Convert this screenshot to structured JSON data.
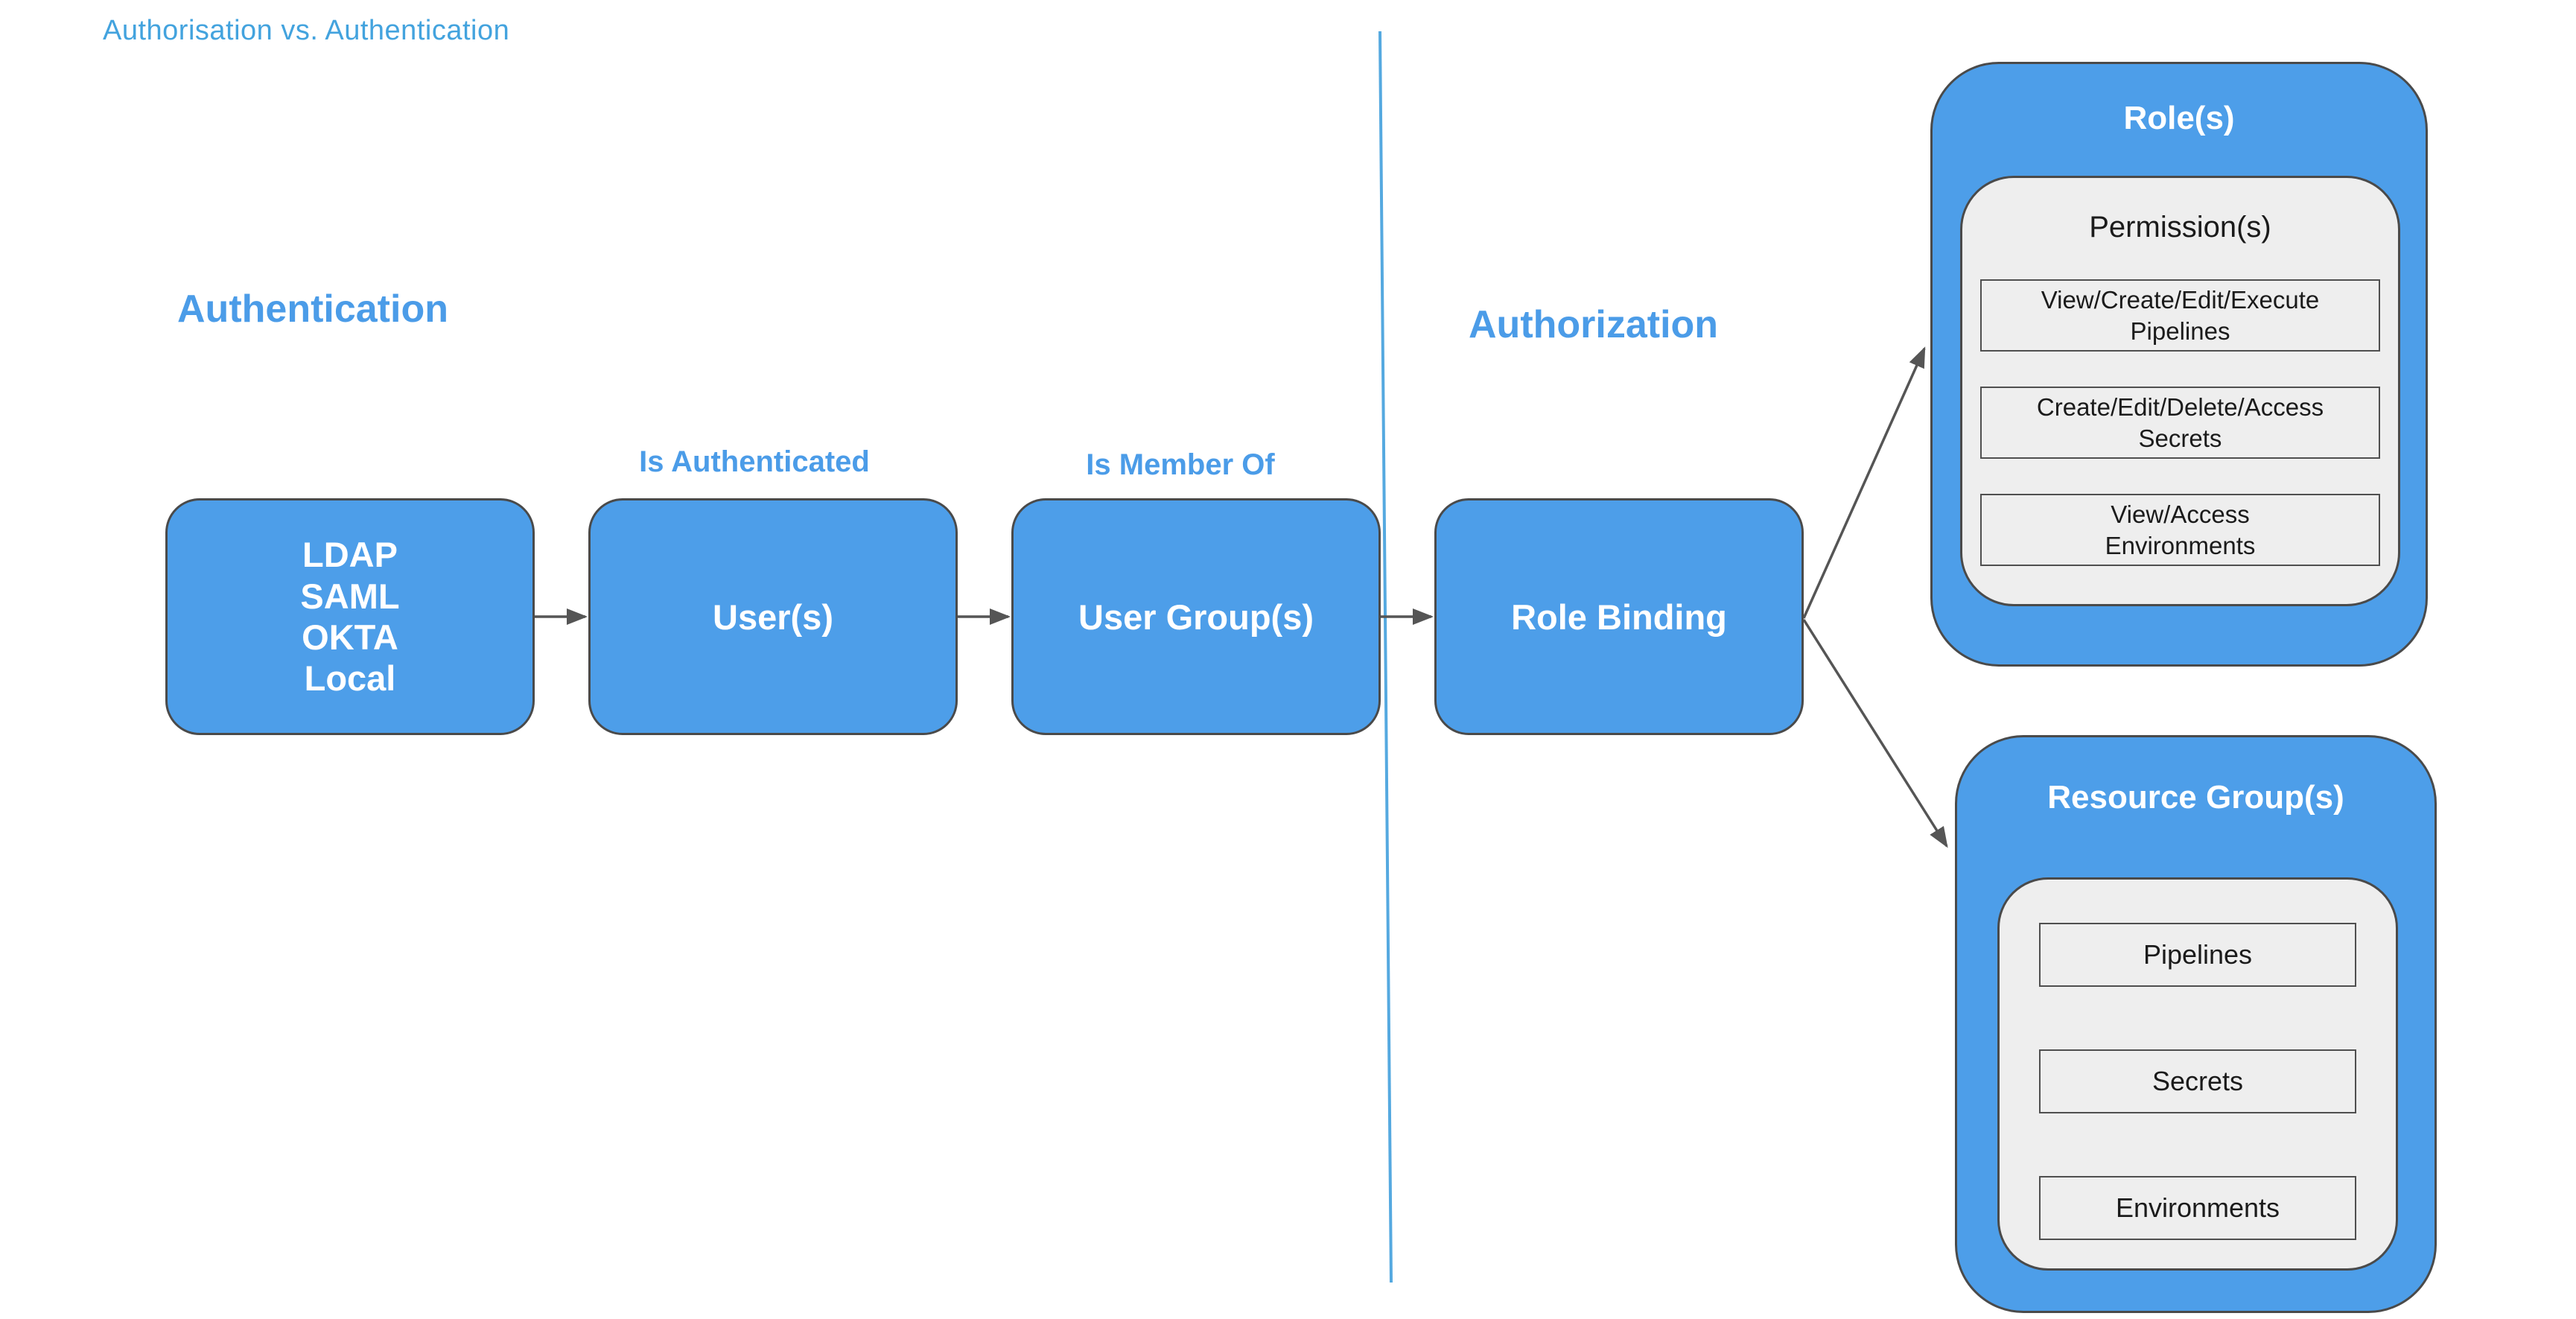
{
  "page": {
    "title": "Authorisation vs. Authentication"
  },
  "colors": {
    "node_blue": "#4D9EE9",
    "heading_blue": "#4B9CE8",
    "title_blue": "#43A3DE",
    "divider_blue": "#55A9E0",
    "panel_gray": "#EEEEEE",
    "border_dark": "#4A4A4A",
    "arrow_gray": "#555555",
    "node_text": "#FFFFFF",
    "panel_text": "#1B1B1B"
  },
  "headings": {
    "authentication": "Authentication",
    "authorization": "Authorization"
  },
  "edge_labels": {
    "is_authenticated": "Is Authenticated",
    "is_member_of": "Is Member Of"
  },
  "flow": {
    "auth_sources": {
      "lines": [
        "LDAP",
        "SAML",
        "OKTA",
        "Local"
      ]
    },
    "users": {
      "label": "User(s)"
    },
    "user_groups": {
      "label": "User Group(s)"
    },
    "role_binding": {
      "label": "Role Binding"
    }
  },
  "roles_panel": {
    "title": "Role(s)",
    "permissions_title": "Permission(s)",
    "permissions": [
      [
        "View/Create/Edit/Execute",
        "Pipelines"
      ],
      [
        "Create/Edit/Delete/Access",
        "Secrets"
      ],
      [
        "View/Access",
        "Environments"
      ]
    ]
  },
  "resource_panel": {
    "title": "Resource Group(s)",
    "items": [
      "Pipelines",
      "Secrets",
      "Environments"
    ]
  }
}
